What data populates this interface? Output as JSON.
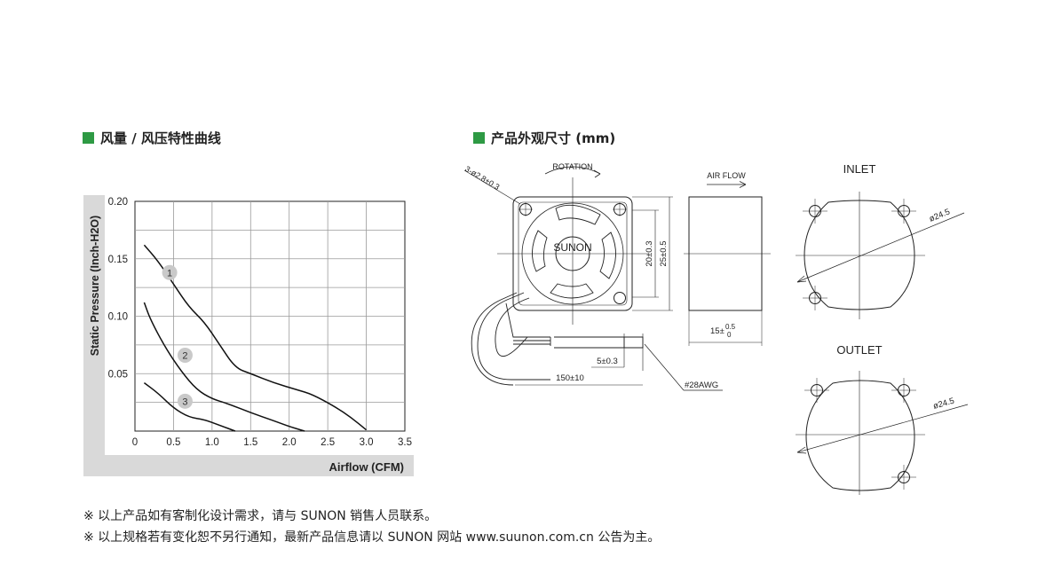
{
  "colors": {
    "accent_green": "#2e9a44",
    "chart_panel": "#d9d9d9",
    "grid": "#9a9a9a",
    "curve": "#111111",
    "badge": "#c9c9c9"
  },
  "left_section": {
    "title": "风量 / 风压特性曲线"
  },
  "right_section": {
    "title": "产品外观尺寸 (mm)"
  },
  "chart_data": {
    "type": "line",
    "xlabel": "Airflow (CFM)",
    "ylabel": "Static Pressure (Inch-H2O)",
    "xlim": [
      0,
      3.5
    ],
    "ylim": [
      0,
      0.2
    ],
    "x_ticks": [
      "0",
      "0.5",
      "1.0",
      "1.5",
      "2.0",
      "2.5",
      "3.0",
      "3.5"
    ],
    "y_ticks": [
      "0.05",
      "0.10",
      "0.15",
      "0.20"
    ],
    "grid": true,
    "series": [
      {
        "name": "1",
        "x": [
          0.12,
          0.3,
          0.5,
          0.7,
          0.9,
          1.1,
          1.3,
          1.5,
          1.8,
          2.1,
          2.3,
          2.6,
          2.8,
          3.0
        ],
        "y": [
          0.162,
          0.148,
          0.128,
          0.108,
          0.095,
          0.075,
          0.055,
          0.05,
          0.042,
          0.036,
          0.032,
          0.021,
          0.012,
          0.001
        ]
      },
      {
        "name": "2",
        "x": [
          0.12,
          0.2,
          0.4,
          0.6,
          0.8,
          1.0,
          1.2,
          1.5,
          1.8,
          2.0,
          2.15,
          2.2
        ],
        "y": [
          0.112,
          0.097,
          0.072,
          0.052,
          0.036,
          0.028,
          0.024,
          0.016,
          0.009,
          0.004,
          0.001,
          0.0
        ]
      },
      {
        "name": "3",
        "x": [
          0.12,
          0.3,
          0.5,
          0.7,
          0.9,
          1.1,
          1.3
        ],
        "y": [
          0.042,
          0.033,
          0.02,
          0.012,
          0.01,
          0.005,
          0.0
        ]
      }
    ],
    "annotations": [
      {
        "text": "1",
        "x": 0.45,
        "y": 0.138
      },
      {
        "text": "2",
        "x": 0.65,
        "y": 0.066
      },
      {
        "text": "3",
        "x": 0.65,
        "y": 0.026
      }
    ]
  },
  "drawing": {
    "hole_label": "3-ø2.8±0.3",
    "rotation_label": "ROTATION",
    "airflow_label": "AIR FLOW",
    "brand": "SUNON",
    "dim_inner": "20±0.3",
    "dim_outer": "25±0.5",
    "dim_depth_base": "15±",
    "dim_depth_plus": "0.5",
    "dim_depth_minus": "0",
    "dim_strip": "5±0.3",
    "dim_lead": "150±10",
    "wire_gauge": "#28AWG",
    "inlet_label": "INLET",
    "outlet_label": "OUTLET",
    "diameter_inlet": "ø24.5",
    "diameter_outlet": "ø24.5"
  },
  "notes": [
    "※ 以上产品如有客制化设计需求，请与 SUNON 销售人员联系。",
    "※ 以上规格若有变化恕不另行通知，最新产品信息请以 SUNON 网站 www.suunon.com.cn 公告为主。"
  ]
}
